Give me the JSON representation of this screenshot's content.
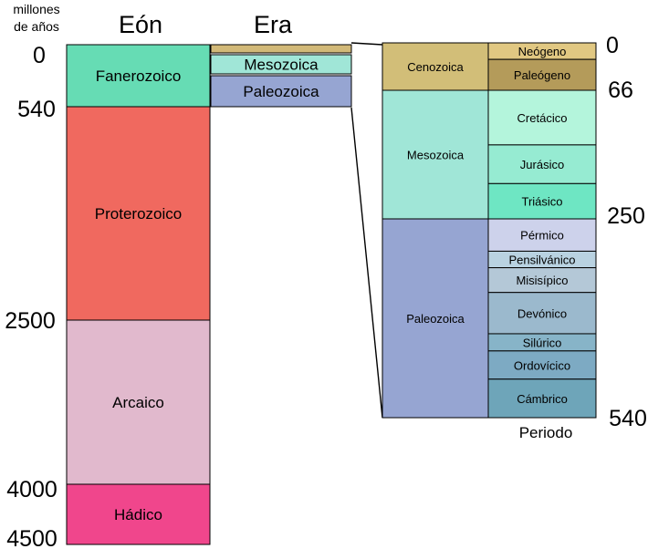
{
  "header": {
    "units_line1": "millones",
    "units_line2": "de años",
    "eon": "Eón",
    "era": "Era",
    "period": "Periodo"
  },
  "ticks_left": [
    "0",
    "540",
    "2500",
    "4000",
    "4500"
  ],
  "ticks_right": [
    "0",
    "66",
    "250",
    "540"
  ],
  "eons": [
    {
      "label": "Fanerozoico",
      "start": 0,
      "end": 540,
      "color": "#66dcb4"
    },
    {
      "label": "Proterozoico",
      "start": 540,
      "end": 2500,
      "color": "#f0695f"
    },
    {
      "label": "Arcaico",
      "start": 2500,
      "end": 4000,
      "color": "#e1b9cd"
    },
    {
      "label": "Hádico",
      "start": 4000,
      "end": 4500,
      "color": "#f0468c"
    }
  ],
  "eras_small": [
    {
      "label": "",
      "color": "#d2b978"
    },
    {
      "label": "Mesozoica",
      "color": "#a0e6d7"
    },
    {
      "label": "Paleozoica",
      "color": "#96a5d2"
    }
  ],
  "eras_detail": [
    {
      "label": "Cenozoica",
      "start": 0,
      "end": 66,
      "color": "#d2be78"
    },
    {
      "label": "Mesozoica",
      "start": 66,
      "end": 252,
      "color": "#a0e6d7"
    },
    {
      "label": "Paleozoica",
      "start": 252,
      "end": 541,
      "color": "#96a5d2"
    }
  ],
  "periods": [
    {
      "label": "Neógeno",
      "start": 0,
      "end": 23,
      "color": "#e1c882"
    },
    {
      "label": "Paleógeno",
      "start": 23,
      "end": 66,
      "color": "#b49b5a"
    },
    {
      "label": "Cretácico",
      "start": 66,
      "end": 145,
      "color": "#b4f5dc"
    },
    {
      "label": "Jurásico",
      "start": 145,
      "end": 201,
      "color": "#96ebd2"
    },
    {
      "label": "Triásico",
      "start": 201,
      "end": 252,
      "color": "#6ee6c3"
    },
    {
      "label": "Pérmico",
      "start": 252,
      "end": 299,
      "color": "#cdd2eb"
    },
    {
      "label": "Pensilvánico",
      "start": 299,
      "end": 323,
      "color": "#b9d2e1"
    },
    {
      "label": "Misisípico",
      "start": 323,
      "end": 359,
      "color": "#b4c8d7"
    },
    {
      "label": "Devónico",
      "start": 359,
      "end": 419,
      "color": "#9bb9cd"
    },
    {
      "label": "Silúrico",
      "start": 419,
      "end": 444,
      "color": "#87b4c8"
    },
    {
      "label": "Ordovícico",
      "start": 444,
      "end": 485,
      "color": "#7daac3"
    },
    {
      "label": "Cámbrico",
      "start": 485,
      "end": 541,
      "color": "#6ea5b9"
    }
  ]
}
